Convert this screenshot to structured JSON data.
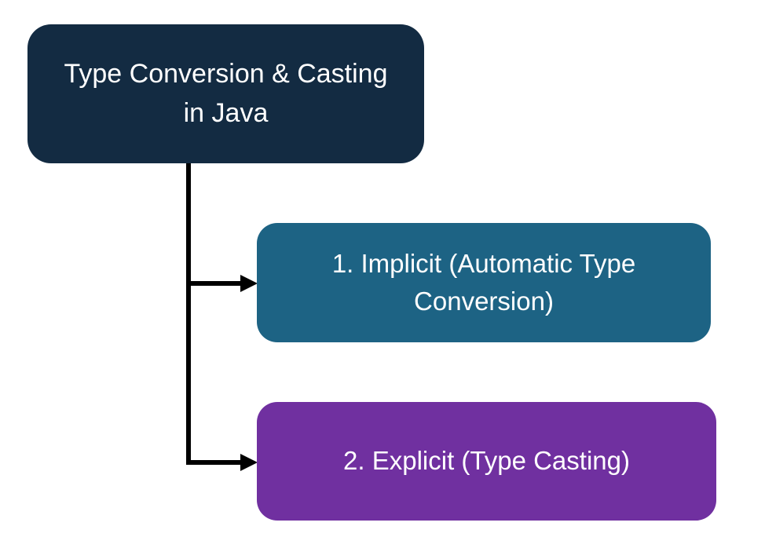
{
  "diagram": {
    "title": "Type Conversion & Casting in Java",
    "connector": {
      "color": "#000000",
      "style": "elbow-arrow"
    },
    "nodes": [
      {
        "id": "root",
        "label": "Type Conversion & Casting\nin Java",
        "fill": "#132B42",
        "text_color": "#ffffff"
      },
      {
        "id": "implicit",
        "label": "1. Implicit (Automatic Type\nConversion)",
        "fill": "#1D6384",
        "text_color": "#ffffff"
      },
      {
        "id": "explicit",
        "label": "2. Explicit (Type Casting)",
        "fill": "#7030A0",
        "text_color": "#ffffff"
      }
    ]
  }
}
